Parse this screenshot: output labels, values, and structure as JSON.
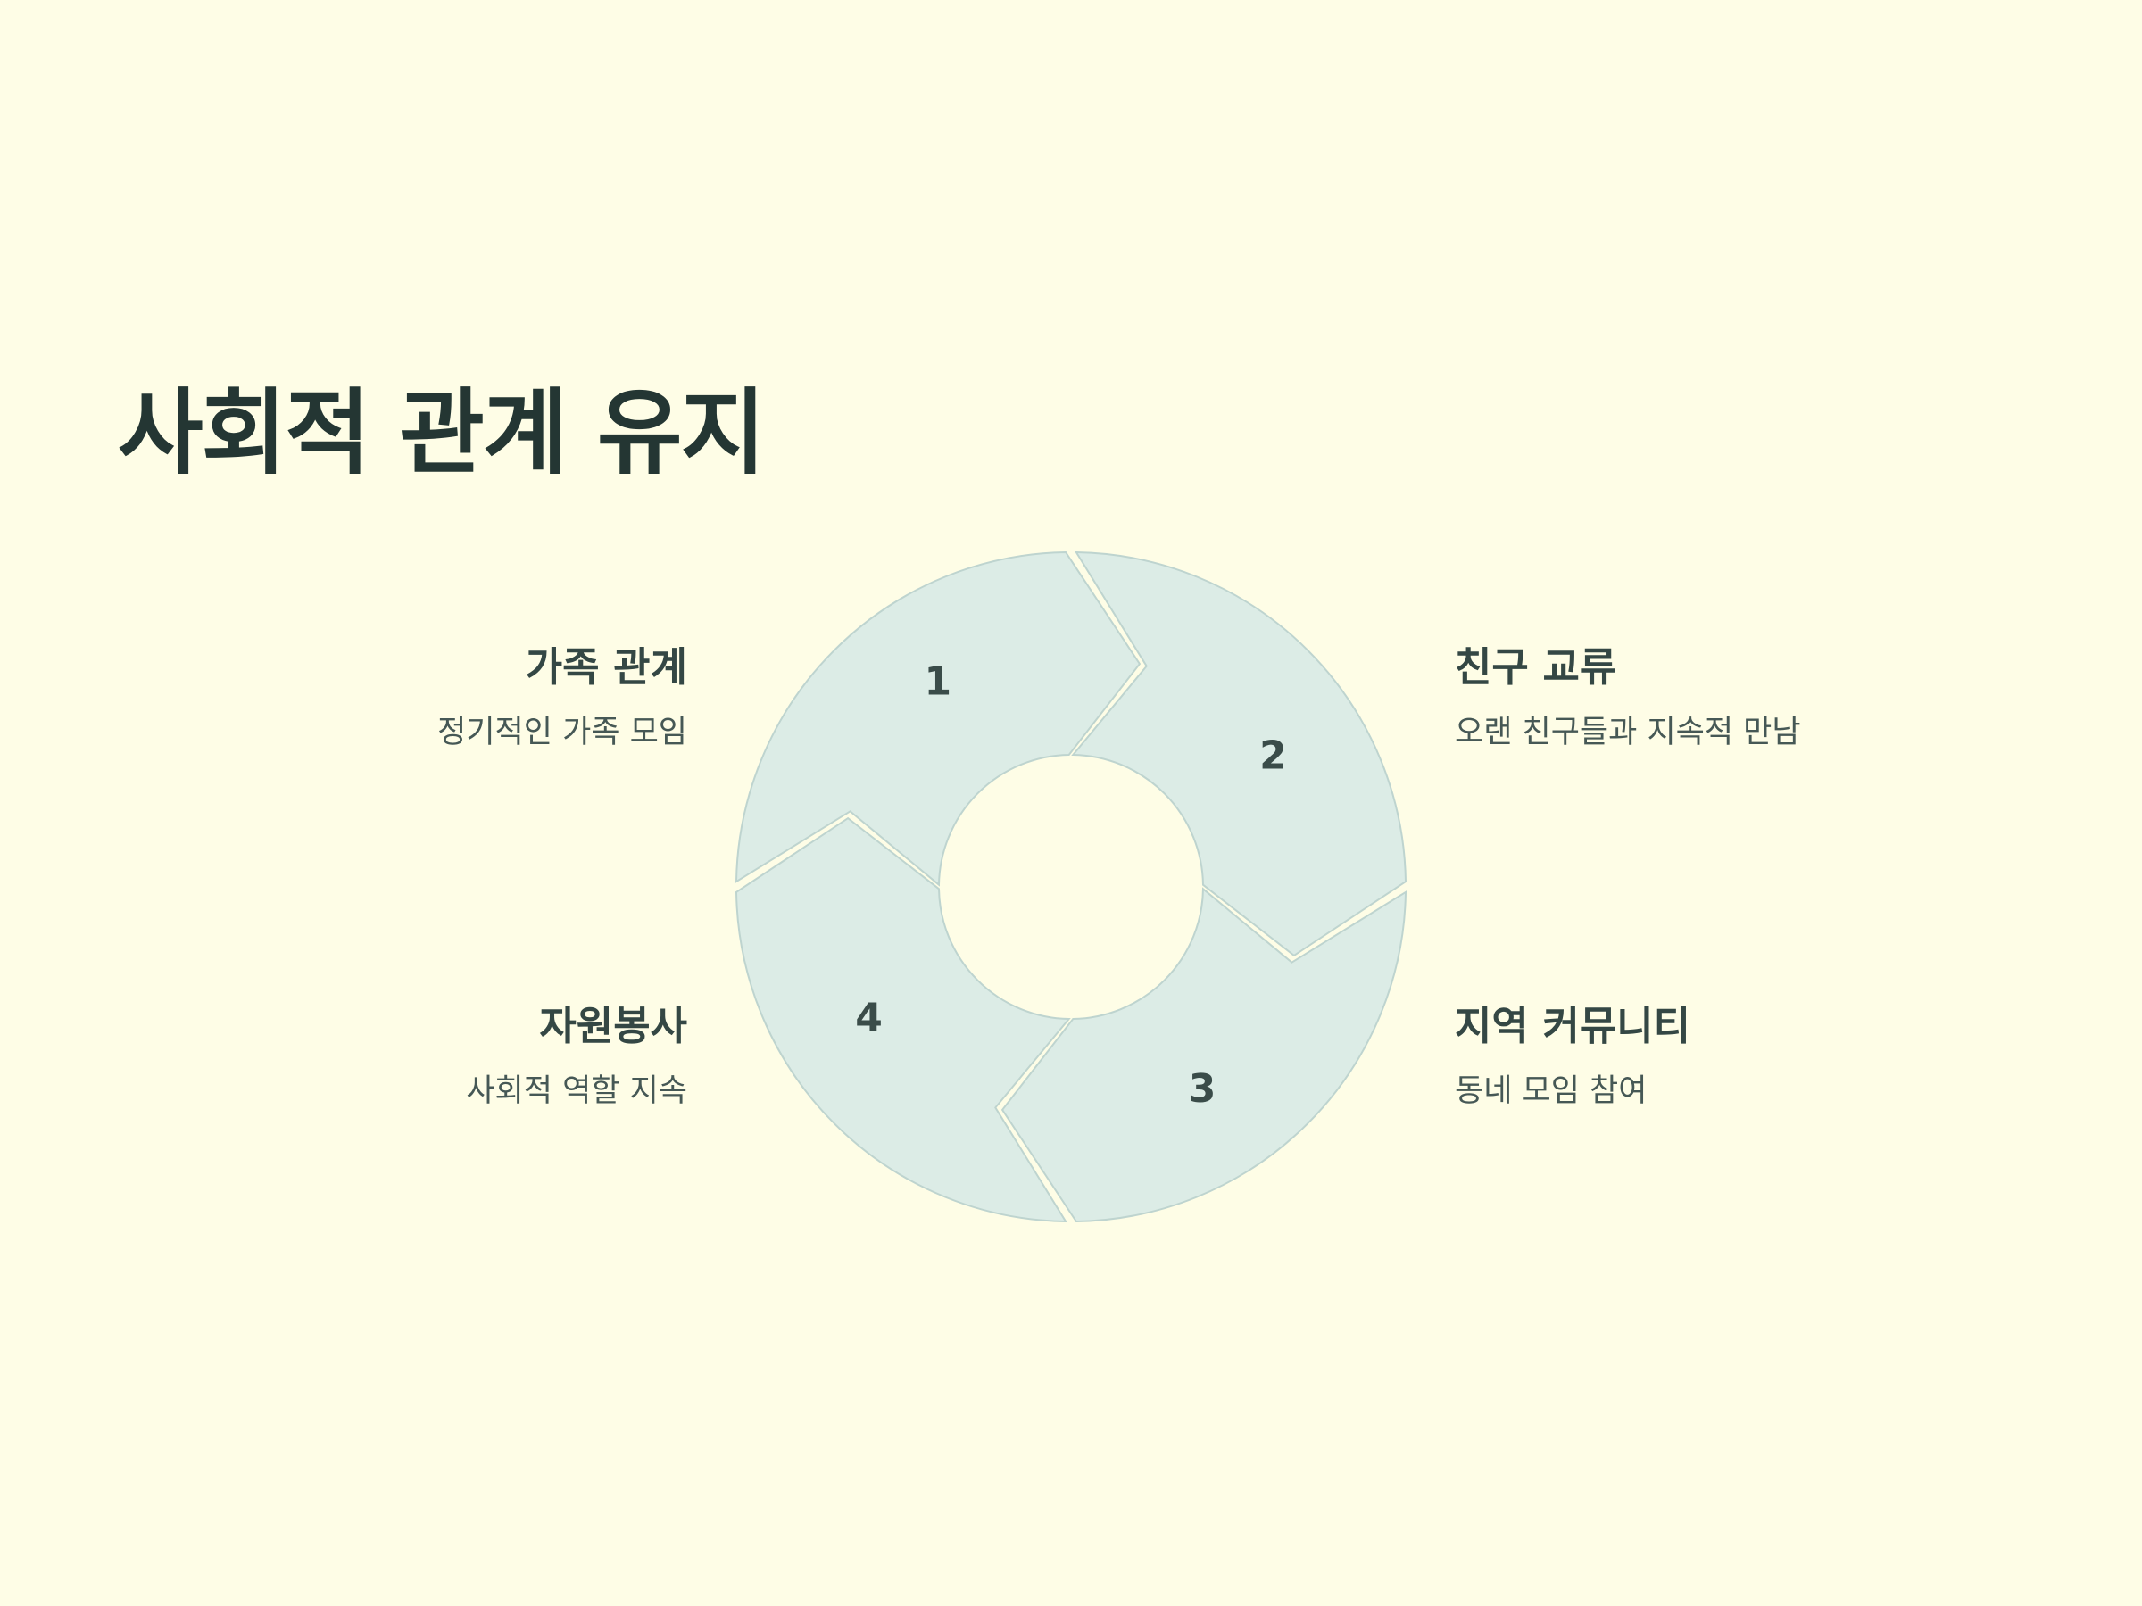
{
  "title": "사회적 관계 유지",
  "segments": [
    {
      "number": "1",
      "heading": "가족 관계",
      "description": "정기적인 가족 모임"
    },
    {
      "number": "2",
      "heading": "친구 교류",
      "description": "오랜 친구들과 지속적 만남"
    },
    {
      "number": "3",
      "heading": "지역 커뮤니티",
      "description": "동네 모임 참여"
    },
    {
      "number": "4",
      "heading": "자원봉사",
      "description": "사회적 역할 지속"
    }
  ],
  "colors": {
    "background": "#fefde6",
    "segment_fill": "#dcece6",
    "segment_stroke": "#bed4cf",
    "text": "#243633"
  }
}
